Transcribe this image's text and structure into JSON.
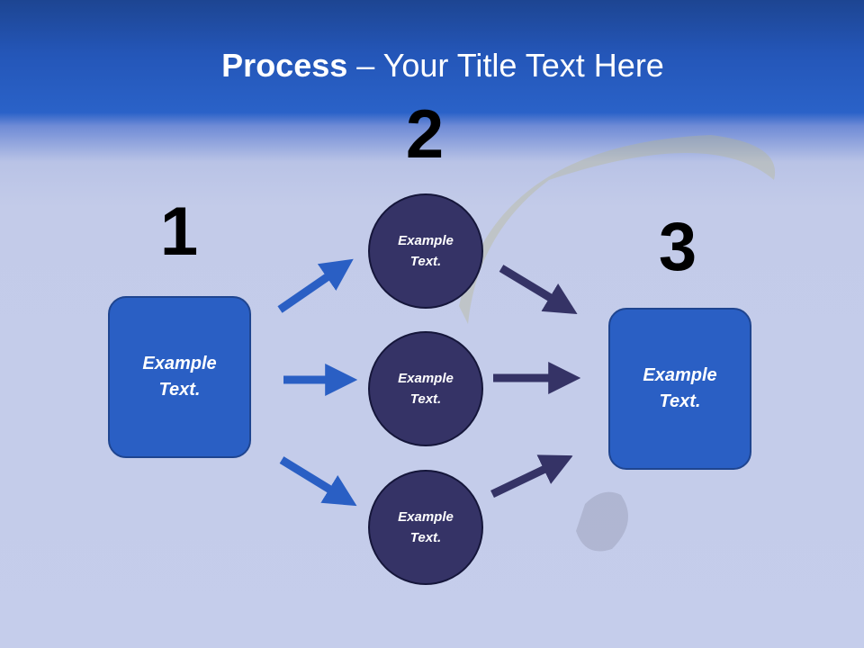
{
  "title": {
    "bold": "Process",
    "rest": " – Your Title Text Here"
  },
  "steps": [
    {
      "number": "1",
      "text_line1": "Example",
      "text_line2": "Text."
    },
    {
      "number": "2",
      "circles": [
        {
          "text_line1": "Example",
          "text_line2": "Text."
        },
        {
          "text_line1": "Example",
          "text_line2": "Text."
        },
        {
          "text_line1": "Example",
          "text_line2": "Text."
        }
      ]
    },
    {
      "number": "3",
      "text_line1": "Example",
      "text_line2": "Text."
    }
  ],
  "colors": {
    "box": "#2a5fc4",
    "circle": "#353366",
    "arrow_in": "#2a5fc4",
    "arrow_out": "#353366"
  }
}
